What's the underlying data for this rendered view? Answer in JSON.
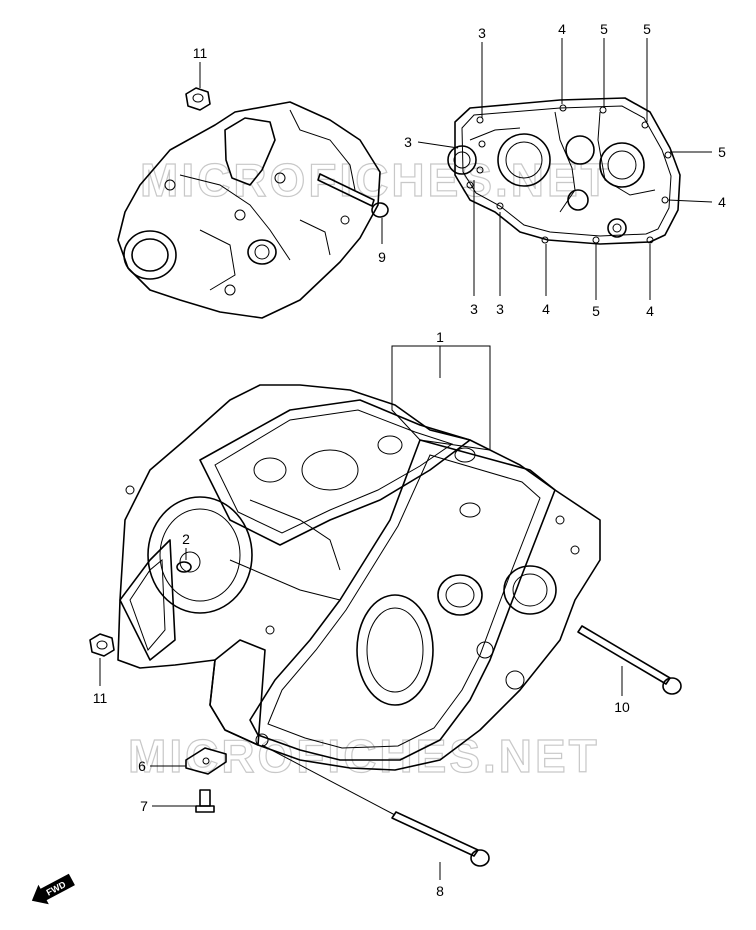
{
  "watermark": "MICROFICHES.NET",
  "fwd_label": "FWD",
  "callouts": {
    "c1": "1",
    "c2": "2",
    "c3a": "3",
    "c3b": "3",
    "c3c": "3",
    "c3d": "3",
    "c4a": "4",
    "c4b": "4",
    "c4c": "4",
    "c4d": "4",
    "c5a": "5",
    "c5b": "5",
    "c5c": "5",
    "c5d": "5",
    "c6": "6",
    "c7": "7",
    "c8": "8",
    "c9": "9",
    "c10": "10",
    "c11a": "11",
    "c11b": "11"
  },
  "colors": {
    "line": "#000000",
    "watermark_outline": "#c8c8c8",
    "background": "#ffffff"
  }
}
